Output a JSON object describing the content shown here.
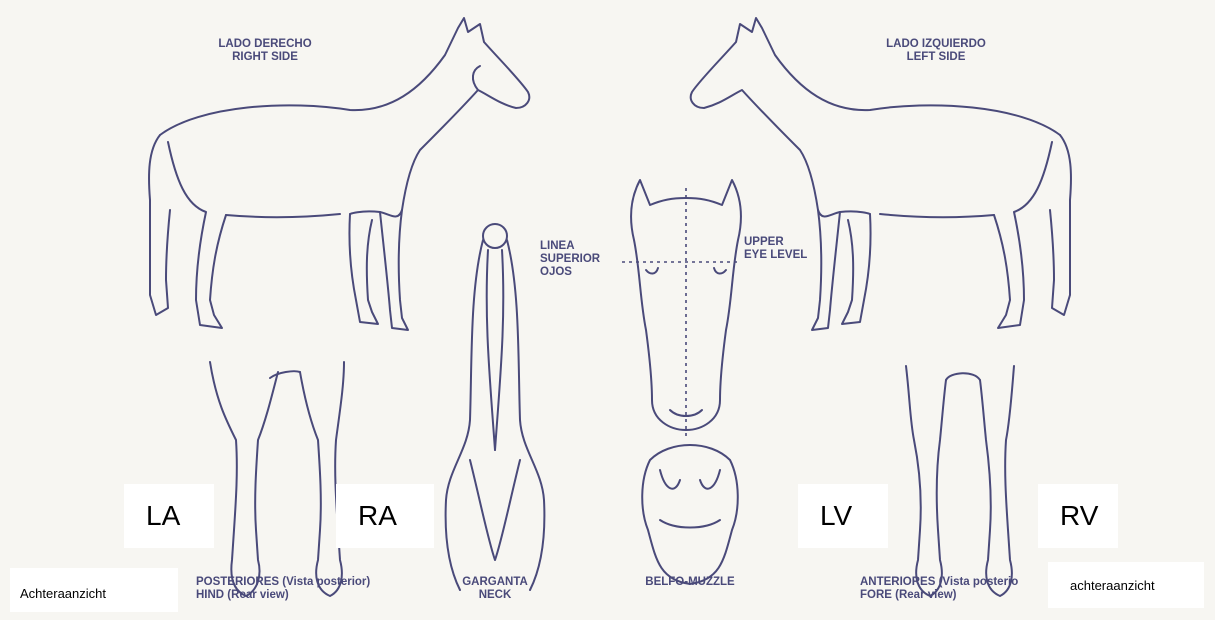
{
  "labels": {
    "right_side_es": "LADO DERECHO",
    "right_side_en": "RIGHT SIDE",
    "left_side_es": "LADO IZQUIERDO",
    "left_side_en": "LEFT SIDE",
    "linea": "LINEA",
    "superior": "SUPERIOR",
    "ojos": "OJOS",
    "upper": "UPPER",
    "eye_level": "EYE LEVEL",
    "posteriores": "POSTERIORES (Vista posterior)",
    "hind": "HIND (Rear view)",
    "garganta": "GARGANTA",
    "neck": "NECK",
    "belfo": "BELFO-MUZZLE",
    "anteriores": "ANTERIORES (Vista posterio",
    "fore": "FORE (Rear view)"
  },
  "boxes": {
    "la": "LA",
    "ra": "RA",
    "lv": "LV",
    "rv": "RV",
    "achter_left": "Achteraanzicht",
    "achter_right": "achteraanzicht"
  },
  "colors": {
    "ink": "#4a4a7a",
    "paper": "#f7f6f2"
  }
}
